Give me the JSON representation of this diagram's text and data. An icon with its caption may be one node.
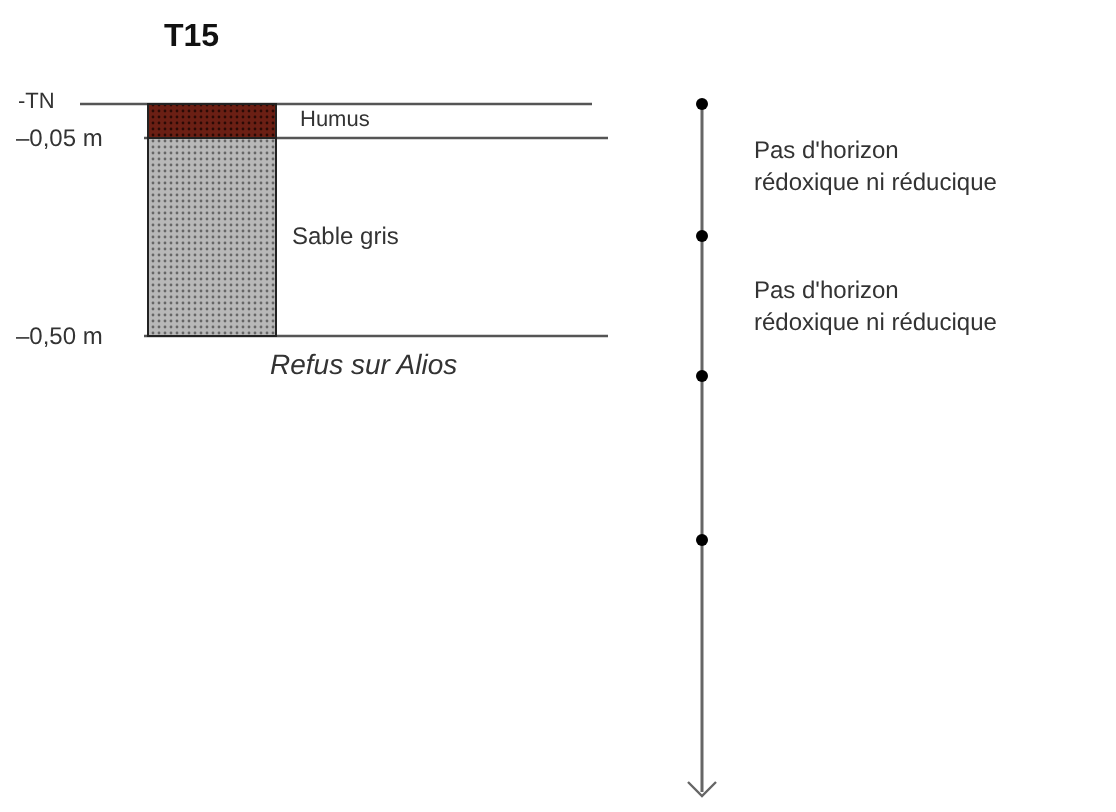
{
  "diagram": {
    "title": "T15",
    "labels": [
      "-TN",
      "Humus",
      "–0,05 m",
      "Pas d'horizon rédoxique ni réducique",
      "Sable gris",
      "Pas d'horizon rédoxique ni réducique",
      "–0,50 m",
      "Refus sur Alios"
    ]
  }
}
